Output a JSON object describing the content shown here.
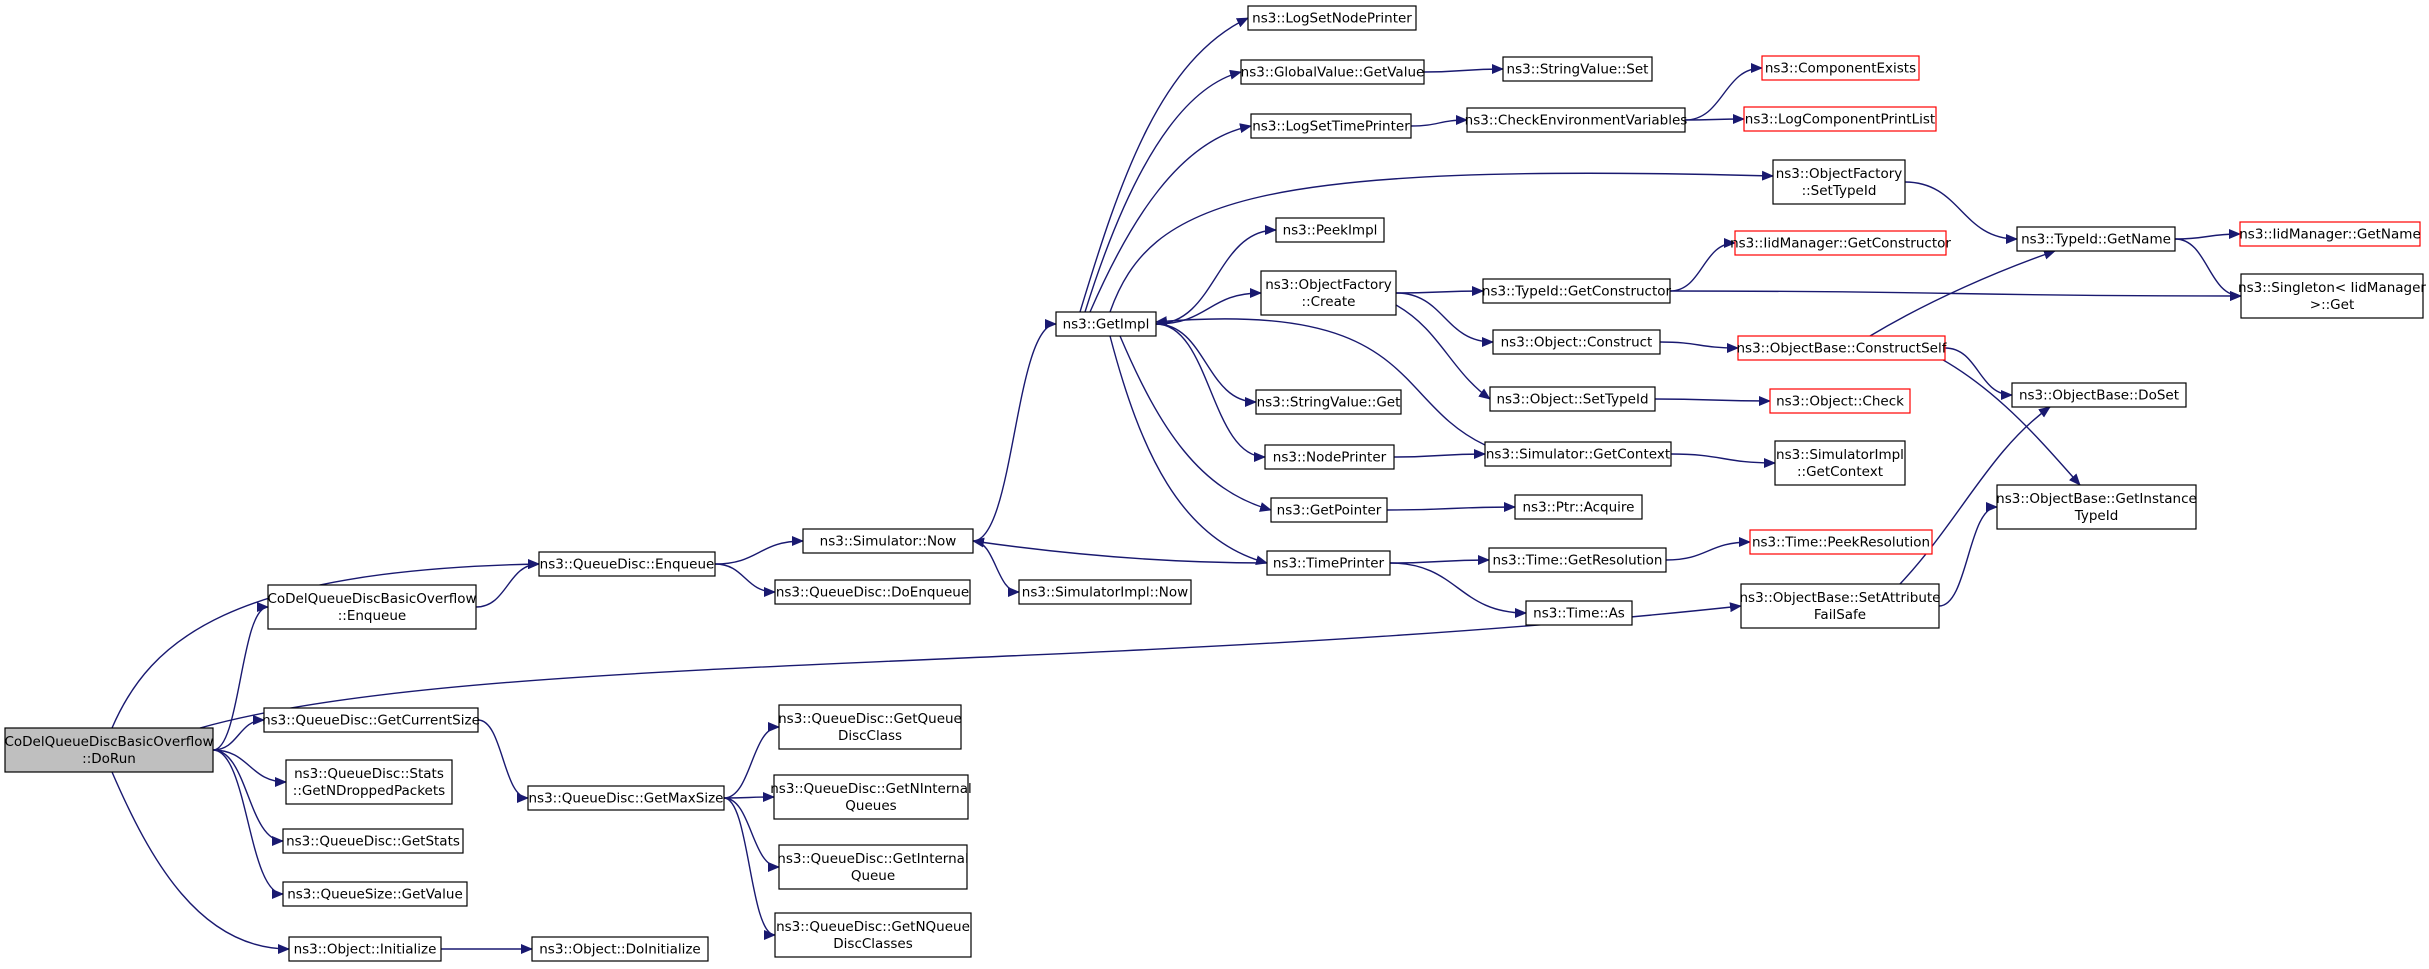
{
  "graph": {
    "nodes": {
      "root": {
        "lines": [
          "CoDelQueueDiscBasicOverflow",
          "::DoRun"
        ],
        "style": "root"
      },
      "enqueue": {
        "lines": [
          "ns3::QueueDisc::Enqueue"
        ]
      },
      "overflow_enqueue": {
        "lines": [
          "CoDelQueueDiscBasicOverflow",
          "::Enqueue"
        ]
      },
      "get_current_size": {
        "lines": [
          "ns3::QueueDisc::GetCurrentSize"
        ]
      },
      "stats_dropped": {
        "lines": [
          "ns3::QueueDisc::Stats",
          "::GetNDroppedPackets"
        ]
      },
      "get_stats": {
        "lines": [
          "ns3::QueueDisc::GetStats"
        ]
      },
      "queuesize_getvalue": {
        "lines": [
          "ns3::QueueSize::GetValue"
        ]
      },
      "object_initialize": {
        "lines": [
          "ns3::Object::Initialize"
        ]
      },
      "object_doinitialize": {
        "lines": [
          "ns3::Object::DoInitialize"
        ]
      },
      "get_max_size": {
        "lines": [
          "ns3::QueueDisc::GetMaxSize"
        ]
      },
      "get_queue_disc_class": {
        "lines": [
          "ns3::QueueDisc::GetQueue",
          "DiscClass"
        ]
      },
      "get_n_internal_queues": {
        "lines": [
          "ns3::QueueDisc::GetNInternal",
          "Queues"
        ]
      },
      "get_internal_queue": {
        "lines": [
          "ns3::QueueDisc::GetInternal",
          "Queue"
        ]
      },
      "get_n_queue_disc_classes": {
        "lines": [
          "ns3::QueueDisc::GetNQueue",
          "DiscClasses"
        ]
      },
      "simulator_now": {
        "lines": [
          "ns3::Simulator::Now"
        ]
      },
      "do_enqueue": {
        "lines": [
          "ns3::QueueDisc::DoEnqueue"
        ]
      },
      "simulatorimpl_now": {
        "lines": [
          "ns3::SimulatorImpl::Now"
        ]
      },
      "get_impl": {
        "lines": [
          "ns3::GetImpl"
        ]
      },
      "log_set_node_printer": {
        "lines": [
          "ns3::LogSetNodePrinter"
        ]
      },
      "global_value_get": {
        "lines": [
          "ns3::GlobalValue::GetValue"
        ]
      },
      "log_set_time_printer": {
        "lines": [
          "ns3::LogSetTimePrinter"
        ]
      },
      "peek_impl": {
        "lines": [
          "ns3::PeekImpl"
        ]
      },
      "object_factory_create": {
        "lines": [
          "ns3::ObjectFactory",
          "::Create"
        ]
      },
      "string_value_get": {
        "lines": [
          "ns3::StringValue::Get"
        ]
      },
      "node_printer": {
        "lines": [
          "ns3::NodePrinter"
        ]
      },
      "get_pointer": {
        "lines": [
          "ns3::GetPointer"
        ]
      },
      "time_printer": {
        "lines": [
          "ns3::TimePrinter"
        ]
      },
      "string_value_set": {
        "lines": [
          "ns3::StringValue::Set"
        ]
      },
      "check_env": {
        "lines": [
          "ns3::CheckEnvironmentVariables"
        ]
      },
      "component_exists": {
        "lines": [
          "ns3::ComponentExists"
        ],
        "style": "truncated"
      },
      "log_component_print_list": {
        "lines": [
          "ns3::LogComponentPrintList"
        ],
        "style": "truncated"
      },
      "object_factory_settypeid": {
        "lines": [
          "ns3::ObjectFactory",
          "::SetTypeId"
        ]
      },
      "typeid_getname": {
        "lines": [
          "ns3::TypeId::GetName"
        ]
      },
      "iidmanager_getname": {
        "lines": [
          "ns3::IidManager::GetName"
        ],
        "style": "truncated"
      },
      "iidmanager_getconstructor": {
        "lines": [
          "ns3::IidManager::GetConstructor"
        ],
        "style": "truncated"
      },
      "typeid_getconstructor": {
        "lines": [
          "ns3::TypeId::GetConstructor"
        ]
      },
      "singleton_get": {
        "lines": [
          "ns3::Singleton< IidManager",
          ">::Get"
        ]
      },
      "object_construct": {
        "lines": [
          "ns3::Object::Construct"
        ]
      },
      "objectbase_constructself": {
        "lines": [
          "ns3::ObjectBase::ConstructSelf"
        ],
        "style": "truncated"
      },
      "object_settypeid": {
        "lines": [
          "ns3::Object::SetTypeId"
        ]
      },
      "object_check": {
        "lines": [
          "ns3::Object::Check"
        ],
        "style": "truncated"
      },
      "objectbase_doset": {
        "lines": [
          "ns3::ObjectBase::DoSet"
        ]
      },
      "simulator_getcontext": {
        "lines": [
          "ns3::Simulator::GetContext"
        ]
      },
      "simulatorimpl_getcontext": {
        "lines": [
          "ns3::SimulatorImpl",
          "::GetContext"
        ]
      },
      "ptr_acquire": {
        "lines": [
          "ns3::Ptr::Acquire"
        ]
      },
      "objectbase_getinstancetypeid": {
        "lines": [
          "ns3::ObjectBase::GetInstance",
          "TypeId"
        ]
      },
      "time_getresolution": {
        "lines": [
          "ns3::Time::GetResolution"
        ]
      },
      "time_peekresolution": {
        "lines": [
          "ns3::Time::PeekResolution"
        ],
        "style": "truncated"
      },
      "time_as": {
        "lines": [
          "ns3::Time::As"
        ]
      },
      "objectbase_setattributefailsafe": {
        "lines": [
          "ns3::ObjectBase::SetAttribute",
          "FailSafe"
        ]
      }
    },
    "edges": [
      [
        "root",
        "enqueue"
      ],
      [
        "root",
        "overflow_enqueue"
      ],
      [
        "root",
        "get_current_size"
      ],
      [
        "root",
        "stats_dropped"
      ],
      [
        "root",
        "get_stats"
      ],
      [
        "root",
        "queuesize_getvalue"
      ],
      [
        "root",
        "object_initialize"
      ],
      [
        "root",
        "objectbase_setattributefailsafe"
      ],
      [
        "overflow_enqueue",
        "enqueue"
      ],
      [
        "enqueue",
        "simulator_now"
      ],
      [
        "enqueue",
        "do_enqueue"
      ],
      [
        "get_current_size",
        "get_max_size"
      ],
      [
        "object_initialize",
        "object_doinitialize"
      ],
      [
        "get_max_size",
        "get_queue_disc_class"
      ],
      [
        "get_max_size",
        "get_n_internal_queues"
      ],
      [
        "get_max_size",
        "get_internal_queue"
      ],
      [
        "get_max_size",
        "get_n_queue_disc_classes"
      ],
      [
        "simulator_now",
        "get_impl"
      ],
      [
        "simulator_now",
        "simulatorimpl_now"
      ],
      [
        "get_impl",
        "log_set_node_printer"
      ],
      [
        "get_impl",
        "global_value_get"
      ],
      [
        "get_impl",
        "log_set_time_printer"
      ],
      [
        "get_impl",
        "object_factory_settypeid"
      ],
      [
        "get_impl",
        "peek_impl"
      ],
      [
        "get_impl",
        "object_factory_create"
      ],
      [
        "get_impl",
        "string_value_get"
      ],
      [
        "get_impl",
        "node_printer"
      ],
      [
        "get_impl",
        "get_pointer"
      ],
      [
        "get_impl",
        "time_printer"
      ],
      [
        "global_value_get",
        "string_value_set"
      ],
      [
        "log_set_time_printer",
        "check_env"
      ],
      [
        "check_env",
        "component_exists"
      ],
      [
        "check_env",
        "log_component_print_list"
      ],
      [
        "object_factory_settypeid",
        "typeid_getname"
      ],
      [
        "typeid_getname",
        "iidmanager_getname"
      ],
      [
        "typeid_getname",
        "singleton_get"
      ],
      [
        "object_factory_create",
        "typeid_getconstructor"
      ],
      [
        "object_factory_create",
        "object_construct"
      ],
      [
        "object_factory_create",
        "object_settypeid"
      ],
      [
        "typeid_getconstructor",
        "iidmanager_getconstructor"
      ],
      [
        "typeid_getconstructor",
        "singleton_get"
      ],
      [
        "object_construct",
        "objectbase_constructself"
      ],
      [
        "objectbase_constructself",
        "typeid_getname"
      ],
      [
        "objectbase_constructself",
        "objectbase_doset"
      ],
      [
        "objectbase_constructself",
        "objectbase_getinstancetypeid"
      ],
      [
        "object_settypeid",
        "object_check"
      ],
      [
        "node_printer",
        "simulator_getcontext"
      ],
      [
        "simulator_getcontext",
        "get_impl"
      ],
      [
        "simulator_getcontext",
        "simulatorimpl_getcontext"
      ],
      [
        "get_pointer",
        "ptr_acquire"
      ],
      [
        "time_printer",
        "simulator_now"
      ],
      [
        "time_printer",
        "time_getresolution"
      ],
      [
        "time_printer",
        "time_as"
      ],
      [
        "time_getresolution",
        "time_peekresolution"
      ],
      [
        "objectbase_setattributefailsafe",
        "objectbase_doset"
      ],
      [
        "objectbase_setattributefailsafe",
        "objectbase_getinstancetypeid"
      ]
    ],
    "colors": {
      "edge": "#191970",
      "node_border": "#000000",
      "truncated_border": "#ff0000",
      "root_fill": "#bfbfbf",
      "node_fill": "#ffffff",
      "text": "#000000"
    }
  }
}
